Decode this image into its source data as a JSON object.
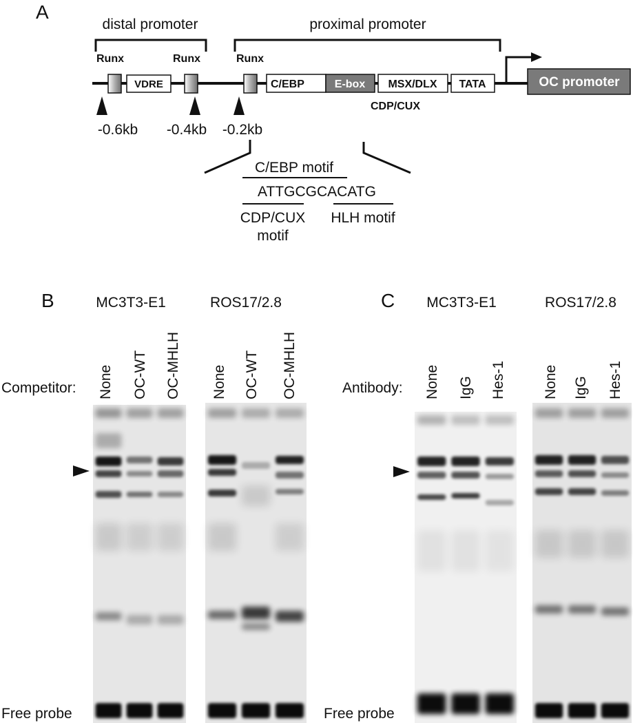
{
  "panel_a": {
    "letter": "A",
    "distal_label": "distal promoter",
    "proximal_label": "proximal promoter",
    "runx_labels": [
      "Runx",
      "Runx",
      "Runx"
    ],
    "vdre": "VDRE",
    "cebp": "C/EBP",
    "ebox": "E-box",
    "msx": "MSX/DLX",
    "tata": "TATA",
    "oc_promoter": "OC promoter",
    "cdp_cux_bold": "CDP/CUX",
    "positions": [
      "-0.6kb",
      "-0.4kb",
      "-0.2kb"
    ],
    "cebp_motif": "C/EBP motif",
    "sequence": "ATTGCGCACATG",
    "cdp_motif_line1": "CDP/CUX",
    "cdp_motif_line2": "motif",
    "hlh_motif": "HLH motif"
  },
  "panel_b": {
    "letter": "B",
    "cell_line_1": "MC3T3-E1",
    "cell_line_2": "ROS17/2.8",
    "row_label": "Competitor:",
    "lanes": [
      "None",
      "OC-WT",
      "OC-MHLH",
      "None",
      "OC-WT",
      "OC-MHLH"
    ],
    "free_probe": "Free probe"
  },
  "panel_c": {
    "letter": "C",
    "cell_line_1": "MC3T3-E1",
    "cell_line_2": "ROS17/2.8",
    "row_label": "Antibody:",
    "lanes": [
      "None",
      "IgG",
      "Hes-1",
      "None",
      "IgG",
      "Hes-1"
    ],
    "free_probe": "Free probe"
  }
}
